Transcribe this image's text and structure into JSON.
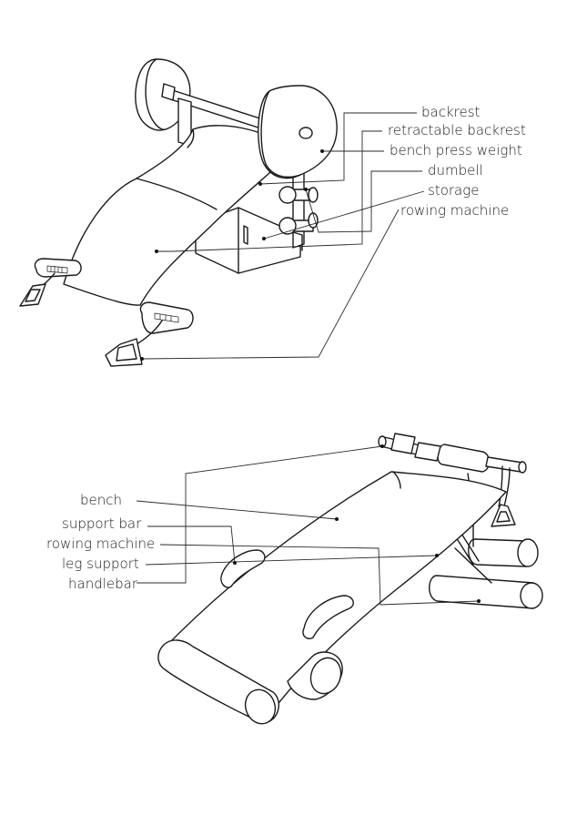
{
  "top_figure": {
    "labels": {
      "backrest": "backrest",
      "retractable_backrest": "retractable backrest",
      "bench_press_weight": "bench press weight",
      "dumbell": "dumbell",
      "storage": "storage",
      "rowing_machine": "rowing machine"
    }
  },
  "bottom_figure": {
    "labels": {
      "bench": "bench",
      "support_bar": "support bar",
      "rowing_machine": "rowing machine",
      "leg_support": "leg support",
      "handlebar": "handlebar"
    }
  }
}
